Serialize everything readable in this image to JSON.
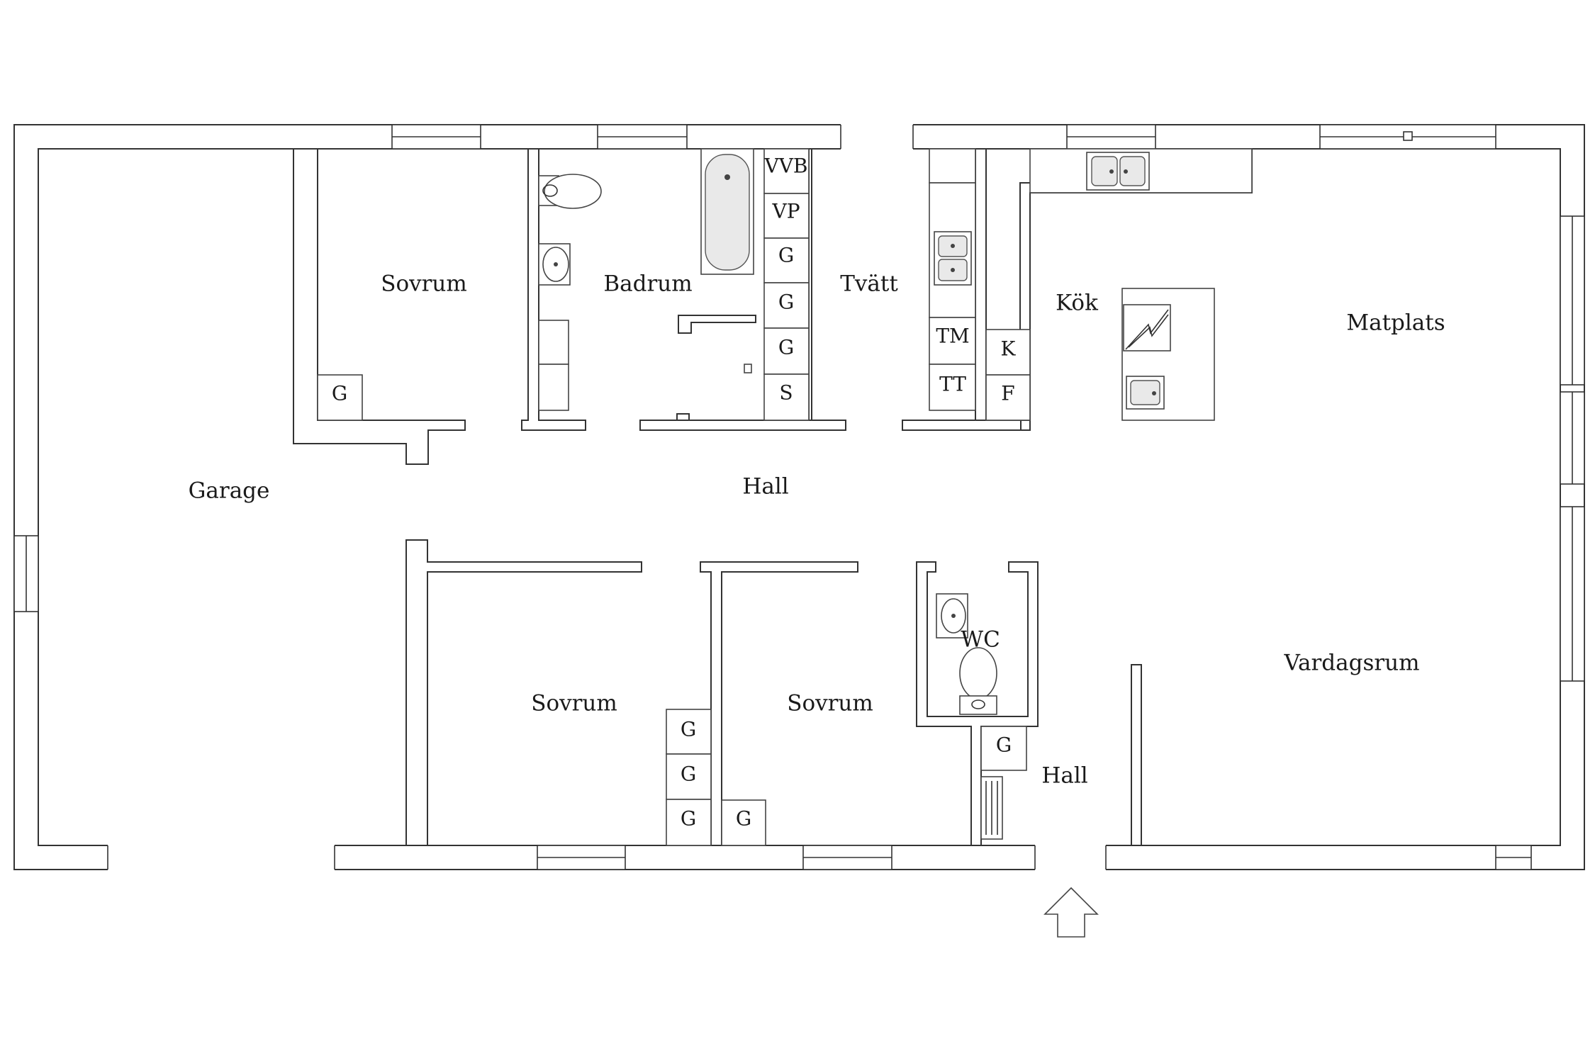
{
  "rooms": {
    "garage": "Garage",
    "sovrum_top": "Sovrum",
    "badrum": "Badrum",
    "tvatt": "Tvätt",
    "kok": "Kök",
    "matplats": "Matplats",
    "hall_main": "Hall",
    "sovrum_bottom_left": "Sovrum",
    "sovrum_bottom_mid": "Sovrum",
    "wc": "WC",
    "hall_entry": "Hall",
    "vardagsrum": "Vardagsrum"
  },
  "fixtures": {
    "bath_cabinets": [
      "VVB",
      "VP",
      "G",
      "G",
      "G",
      "S"
    ],
    "laundry_cabinets": [
      "TM",
      "TT"
    ],
    "kitchen_cabinets": [
      "K",
      "F"
    ],
    "wardrobe_top_bedroom": "G",
    "wardrobes_left_bedroom": [
      "G",
      "G",
      "G"
    ],
    "wardrobe_mid_bedroom": "G",
    "wardrobe_entry": "G"
  },
  "colors": {
    "wall_stroke": "#333333",
    "background": "#ffffff"
  },
  "icons": {
    "entrance": "entrance-arrow-icon",
    "toilet": "toilet-icon",
    "sink": "sink-icon",
    "bathtub": "bathtub-icon",
    "stove": "stove-icon"
  }
}
